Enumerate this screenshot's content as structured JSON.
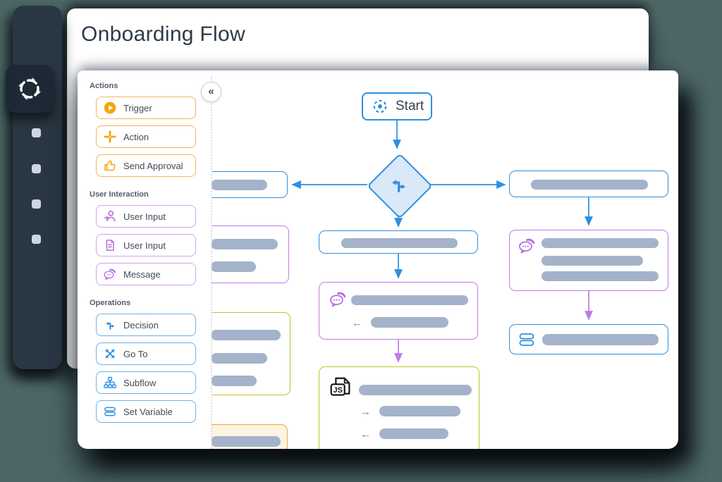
{
  "window": {
    "title": "Onboarding Flow"
  },
  "app_rail": {
    "logo_icon": "cycle-arrows-icon",
    "nav_placeholder_count": 4
  },
  "palette": {
    "collapse_glyph": "«",
    "sections": [
      {
        "label": "Actions",
        "icon_color": "#f5a50b",
        "border_color": "#f3b45c",
        "items": [
          {
            "label": "Trigger",
            "icon": "play-circle"
          },
          {
            "label": "Action",
            "icon": "plus-connector"
          },
          {
            "label": "Send Approval",
            "icon": "thumbs-up"
          }
        ]
      },
      {
        "label": "User Interaction",
        "icon_color": "#b76ce4",
        "border_color": "#d2a3f0",
        "items": [
          {
            "label": "User Input",
            "icon": "user-arrow"
          },
          {
            "label": "User Input",
            "icon": "document-lines"
          },
          {
            "label": "Message",
            "icon": "chat-bubble"
          }
        ]
      },
      {
        "label": "Operations",
        "icon_color": "#2e8fdf",
        "border_color": "#6db1e9",
        "items": [
          {
            "label": "Decision",
            "icon": "fork-arrows"
          },
          {
            "label": "Go To",
            "icon": "cross-arrows"
          },
          {
            "label": "Subflow",
            "icon": "hierarchy"
          },
          {
            "label": "Set Variable",
            "icon": "stacked-pills"
          }
        ]
      }
    ]
  },
  "canvas": {
    "start_label": "Start",
    "glyphs": {
      "arrow_left": "←",
      "arrow_right": "→",
      "js_badge": "JS"
    },
    "node_colors": {
      "blue": "#2e8fdf",
      "purple": "#c07ae8",
      "olive": "#bcc72c",
      "orange_border": "#f2a33c",
      "orange_fill": "#fdf3e2",
      "diamond_fill": "#d9e9f8",
      "placeholder_bar": "#a4b3ca"
    }
  },
  "colors": {
    "background": "#4d6666",
    "rail": "#293744",
    "logo_tile": "#1d2936",
    "card": "#ffffff",
    "title_text": "#2e3a48"
  }
}
